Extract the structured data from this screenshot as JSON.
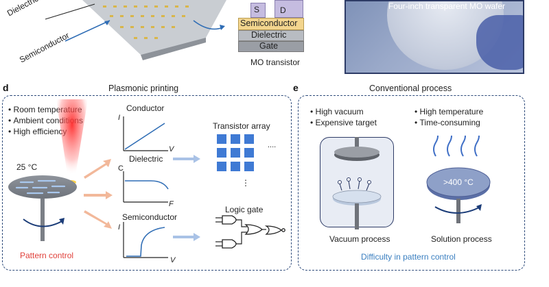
{
  "top": {
    "dielectric_label": "Dielectric",
    "semiconductor_label": "Semiconductor",
    "transistor_layers": {
      "s": "S",
      "d": "D",
      "semiconductor": "Semiconductor",
      "dielectric": "Dielectric",
      "gate": "Gate"
    },
    "mo_transistor_caption": "MO transistor",
    "wafer_photo_caption": "Four-inch transparent MO wafer"
  },
  "panel_d": {
    "letter": "d",
    "title": "Plasmonic printing",
    "bullets": [
      "Room temperature",
      "Ambient conditions",
      "High efficiency"
    ],
    "temperature": "25 °C",
    "pattern_control": "Pattern control",
    "conductor": {
      "title": "Conductor",
      "y_axis": "I",
      "x_axis": "V"
    },
    "dielectric": {
      "title": "Dielectric",
      "y_axis": "C",
      "x_axis": "F"
    },
    "semiconductor": {
      "title": "Semiconductor",
      "y_axis": "I",
      "x_axis": "V"
    },
    "transistor_array": "Transistor array",
    "array_ellipsis_h": "....",
    "array_ellipsis_v": "⋮",
    "logic_gate": "Logic gate"
  },
  "panel_e": {
    "letter": "e",
    "title": "Conventional process",
    "left_bullets": [
      "High vacuum",
      "Expensive target"
    ],
    "right_bullets": [
      "High temperature",
      "Time-consuming"
    ],
    "solution_temp": ">400 °C",
    "vacuum_caption": "Vacuum process",
    "solution_caption": "Solution process",
    "difficulty": "Difficulty in pattern control"
  },
  "colors": {
    "panel_border": "#2d4a7a",
    "blue_accent": "#4a7fc1",
    "red_text": "#e0403a",
    "orange_arrow": "#f2b89a",
    "difficulty_text": "#3a7fc0"
  }
}
